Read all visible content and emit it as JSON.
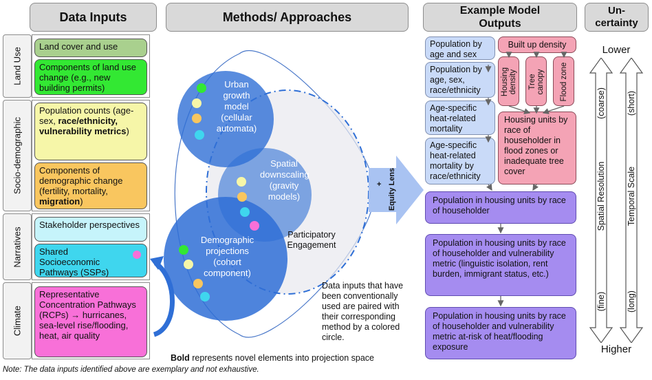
{
  "headers": {
    "data_inputs": "Data Inputs",
    "methods": "Methods/ Approaches",
    "outputs": "Example Model Outputs",
    "uncertainty": "Un-certainty"
  },
  "categories": {
    "land_use": "Land Use",
    "socio": "Socio-demographic",
    "narratives": "Narratives",
    "climate": "Climate"
  },
  "inputs": {
    "land_cover": "Land cover and use",
    "components_land": "Components of land use change (e.g., new building permits)",
    "pop_counts_pre": "Population counts (age-sex, ",
    "pop_counts_bold": "race/ethnicity, vulnerability metrics",
    "pop_counts_post": ")",
    "components_demo_pre": "Components of demographic change (fertility, mortality, ",
    "components_demo_bold": "migration",
    "components_demo_post": ")",
    "stakeholder": "Stakeholder perspectives",
    "ssp": "Shared Socioeconomic Pathways (SSPs)",
    "rcp": "Representative Concentration Pathways (RCPs) → hurricanes, sea-level rise/flooding, heat, air quality"
  },
  "methods": {
    "urban": "Urban growth model (cellular automata)",
    "spatial": "Spatial downscaling (gravity models)",
    "demographic": "Demographic projections (cohort component)",
    "participatory": "Participatory Engagement",
    "note": "Data inputs that have been conventionally used are paired with their corresponding method by a colored circle.",
    "bold_word": "Bold",
    "bold_rest": " represents novel elements into projection space"
  },
  "equity": {
    "plus": "+",
    "label": "Equity Lens"
  },
  "outputs": {
    "pop_age_sex": "Population by age and sex",
    "pop_age_sex_race": "Population by age, sex, race/ethnicity",
    "age_heat": "Age-specific heat-related mortality",
    "age_heat_race": "Age-specific heat-related mortality by race/ethnicity",
    "built_up": "Built up density",
    "housing_density": "Housing density",
    "tree_canopy": "Tree canopy",
    "flood_zone": "Flood zone",
    "housing_units": "Housing units by race of householder in flood zones or inadequate tree cover",
    "purple1": "Population in housing units by race of householder",
    "purple2": "Population in housing units by race of householder and vulnerability metric (linguistic isolation, rent burden, immigrant status, etc.)",
    "purple3": "Population in housing units by race of householder and vulnerability metric at-risk of heat/flooding exposure"
  },
  "uncertainty": {
    "lower": "Lower",
    "higher": "Higher",
    "coarse": "(coarse)",
    "fine": "(fine)",
    "spatial": "Spatial Resolution",
    "short": "(short)",
    "long": "(long)",
    "temporal": "Temporal Scale"
  },
  "footnote": "Note: The data inputs identified above are exemplary and not exhaustive.",
  "colors": {
    "green_light": "#a9d08e",
    "green_bright": "#33e833",
    "yellow_light": "#f6f6a8",
    "orange": "#f9c65f",
    "cyan_light": "#c6f4fb",
    "cyan": "#3fd6ee",
    "magenta": "#f870d8",
    "circle_blue": "#2f6fd6",
    "output_blue": "#c9daf8",
    "output_pink": "#f4a3b5",
    "output_purple": "#a58cf0"
  }
}
